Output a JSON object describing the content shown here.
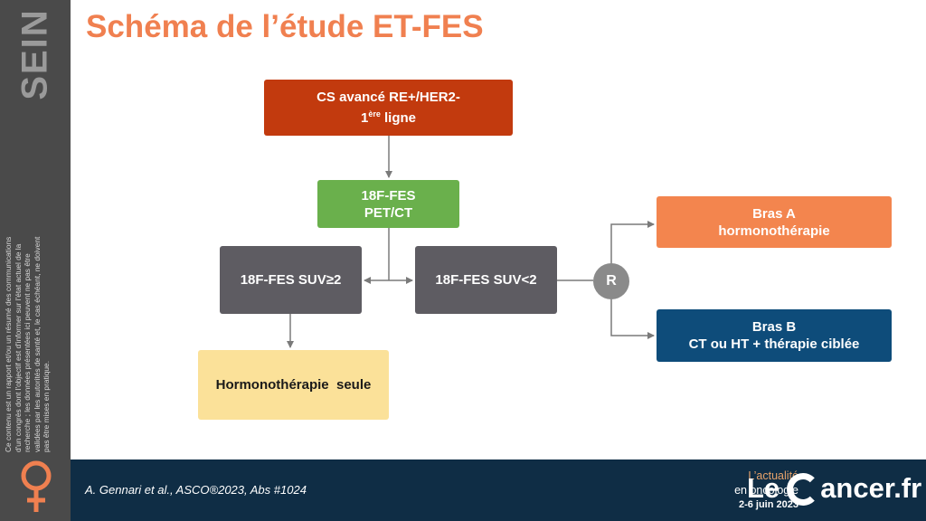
{
  "sidebar": {
    "label": "SEIN",
    "disclaimer": "Ce contenu est un rapport et/ou un résumé des communications d'un congrès dont l'objectif est d'informer sur l'état actuel de la recherche ; les données présentées ici peuvent ne pas être validées par les autorités de santé et, le cas échéant, ne doivent pas être mises en pratique.",
    "icon": "venus-icon"
  },
  "title": "Schéma de l’étude ET-FES",
  "diagram": {
    "start": {
      "line1": "CS avancé RE+/HER2-",
      "line2_num": "1",
      "line2_sup": "ère",
      "line2_text": " ligne"
    },
    "pet": {
      "line1": "18F-FES",
      "line2": "PET/CT"
    },
    "suv_high": "18F-FES SUV≥2",
    "suv_low": "18F-FES SUV<2",
    "hormono": "Hormonothérapie  seule",
    "randomization": "R",
    "arm_a": {
      "line1": "Bras A",
      "line2": "hormonothérapie"
    },
    "arm_b": {
      "line1": "Bras B",
      "line2": "CT ou HT + thérapie ciblée"
    },
    "colors": {
      "start": "#c23a0e",
      "pet": "#6ab04c",
      "suv": "#5e5c62",
      "hormono": "#fbe199",
      "arm_a": "#f3854e",
      "arm_b": "#0e4c7a",
      "title": "#f08050"
    }
  },
  "footer": {
    "citation": "A. Gennari et al., ASCO®2023, Abs #1024",
    "actu_line1": "L’actualité",
    "actu_line2": "en oncologie",
    "dates": "2-6 juin 2023",
    "logo_le": "Le",
    "logo_rest": "ancer.fr"
  }
}
